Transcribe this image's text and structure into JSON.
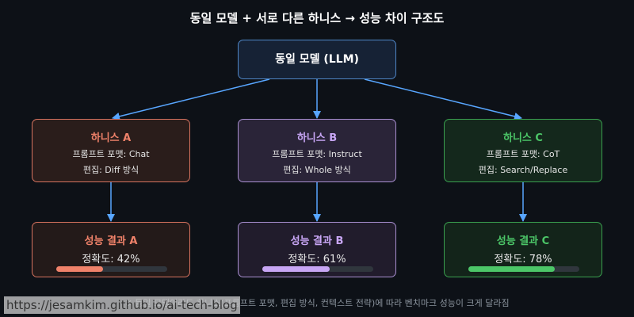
{
  "title": "동일 모델 + 서로 다른 하니스 → 성능 차이 구조도",
  "model": {
    "label": "동일 모델 (LLM)"
  },
  "harnesses": [
    {
      "title": "하니스 A",
      "format": "프롬프트 포맷: Chat",
      "edit": "편집: Diff 방식",
      "color": "#f0826a"
    },
    {
      "title": "하니스 B",
      "format": "프롬프트 포맷: Instruct",
      "edit": "편집: Whole 방식",
      "color": "#c8a6f5"
    },
    {
      "title": "하니스 C",
      "format": "프롬프트 포맷: CoT",
      "edit": "편집: Search/Replace",
      "color": "#4cc768"
    }
  ],
  "results": [
    {
      "title": "성능 결과 A",
      "accuracy_text": "정확도: 42%",
      "accuracy": 42
    },
    {
      "title": "성능 결과 B",
      "accuracy_text": "정확도: 61%",
      "accuracy": 61
    },
    {
      "title": "성능 결과 C",
      "accuracy_text": "정확도: 78%",
      "accuracy": 78
    }
  ],
  "footnote": "※ 동일 모델이라도 하니스(프롬프트 포맷, 편집 방식, 컨텍스트 전략)에 따라 벤치마크 성능이 크게 달라짐",
  "watermark": "https://jesamkim.github.io/ai-tech-blog",
  "colors": {
    "arrow": "#58a6ff",
    "background": "#0d1117"
  }
}
